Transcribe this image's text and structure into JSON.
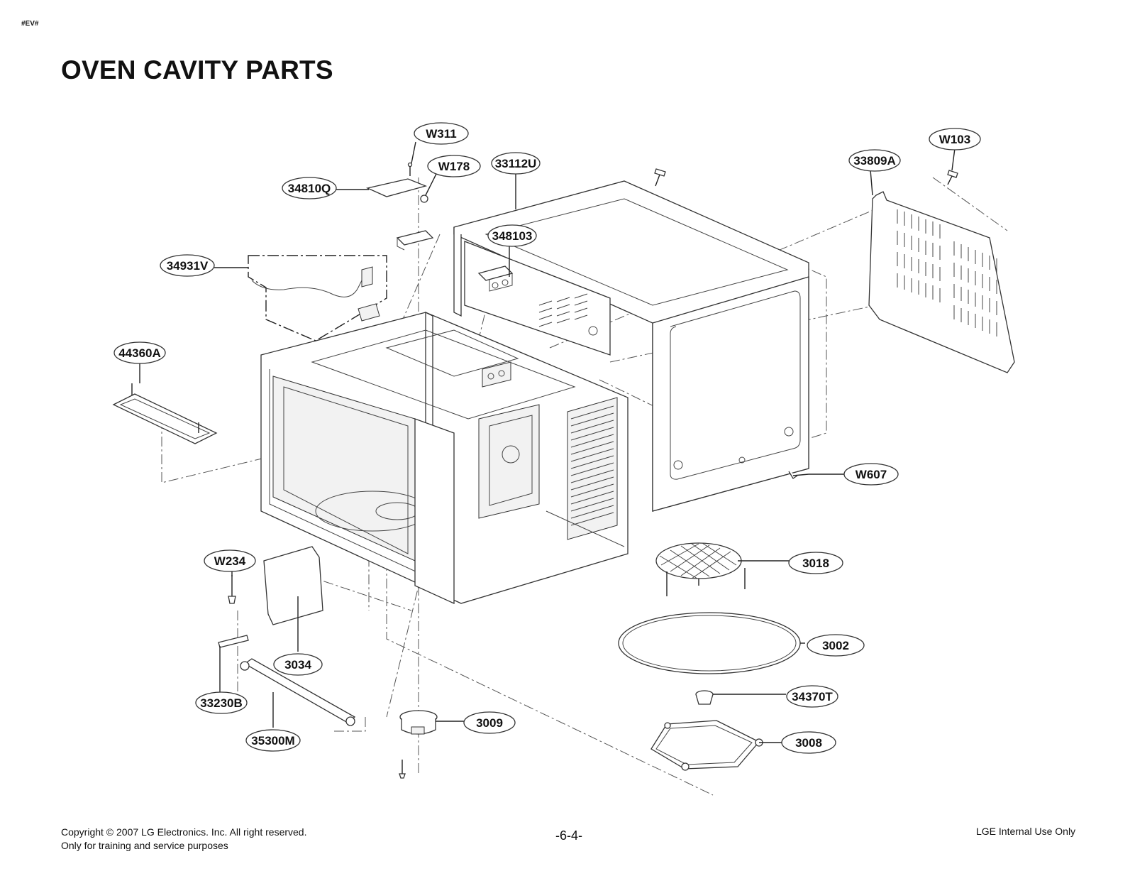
{
  "header": {
    "code": "#EV#",
    "title": "OVEN CAVITY PARTS"
  },
  "labels": [
    {
      "id": "w311",
      "text": "W311"
    },
    {
      "id": "w178",
      "text": "W178"
    },
    {
      "id": "p33112u",
      "text": "33112U"
    },
    {
      "id": "p34810q",
      "text": "34810Q"
    },
    {
      "id": "p348103",
      "text": "348103"
    },
    {
      "id": "p34931v",
      "text": "34931V"
    },
    {
      "id": "p44360a",
      "text": "44360A"
    },
    {
      "id": "w103",
      "text": "W103"
    },
    {
      "id": "p33809a",
      "text": "33809A"
    },
    {
      "id": "w607",
      "text": "W607"
    },
    {
      "id": "p3018",
      "text": "3018"
    },
    {
      "id": "p3002",
      "text": "3002"
    },
    {
      "id": "p34370t",
      "text": "34370T"
    },
    {
      "id": "p3008",
      "text": "3008"
    },
    {
      "id": "p3009",
      "text": "3009"
    },
    {
      "id": "w234",
      "text": "W234"
    },
    {
      "id": "p3034",
      "text": "3034"
    },
    {
      "id": "p33230b",
      "text": "33230B"
    },
    {
      "id": "p35300m",
      "text": "35300M"
    }
  ],
  "footer": {
    "copyright_line1": "Copyright © 2007 LG Electronics. Inc. All right reserved.",
    "copyright_line2": "Only for training and service purposes",
    "page_number": "-6-4-",
    "internal": "LGE Internal Use Only"
  }
}
